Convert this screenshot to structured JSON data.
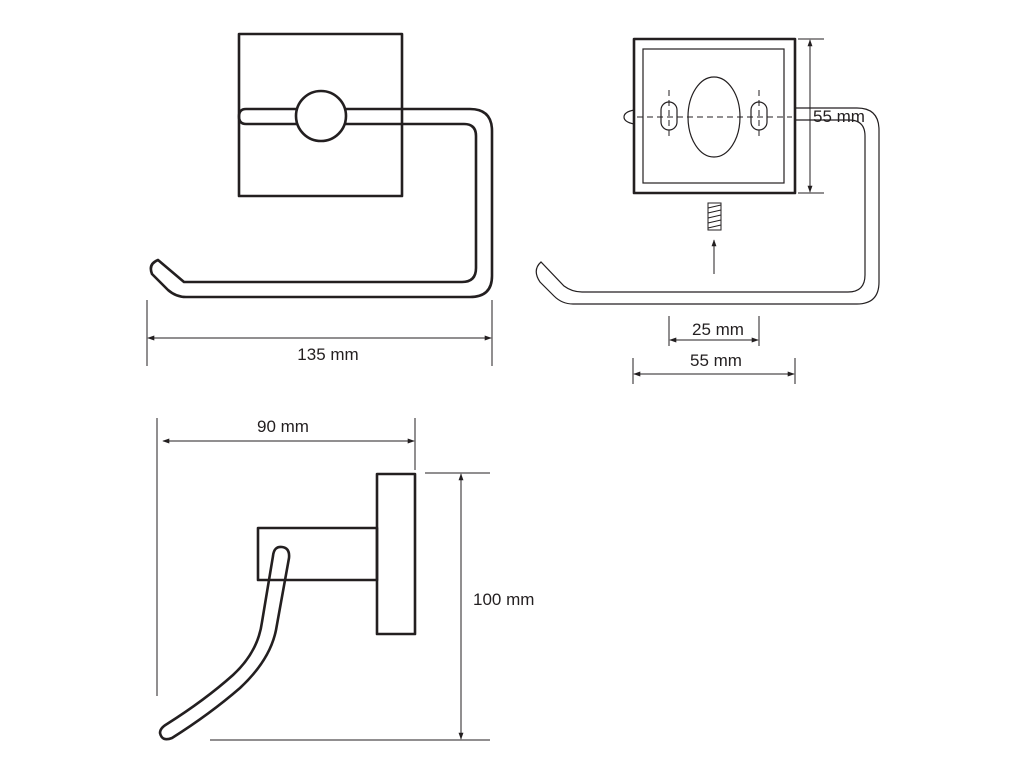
{
  "dimensions": {
    "front_width": "135 mm",
    "rear_plate_height": "55 mm",
    "hole_spacing": "25 mm",
    "rear_plate_width": "55 mm",
    "side_depth": "90 mm",
    "side_height": "100 mm"
  },
  "colors": {
    "line": "#231f20",
    "background": "#ffffff"
  }
}
